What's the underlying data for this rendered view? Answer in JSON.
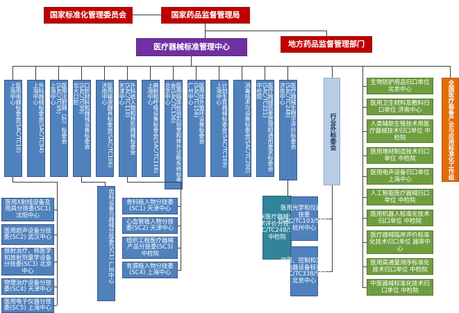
{
  "nodes": {
    "sac": "国家标准化管理委员会",
    "nmpa": "国家药品监督管理局",
    "center": "医疗器械标准管理中心",
    "local_regulators": "地方药品监督管理部门",
    "outside_header": "行业外标委会",
    "workgroup": "全国医疗装备产业与应用标准化工作组"
  },
  "tcs": [
    {
      "name": "医用电器标委会(SAC/TC10)",
      "location": "上海中心"
    },
    {
      "name": "外科器械标委会(SAC/TC94)",
      "location": "上海中心"
    },
    {
      "name": "医用注射器（针）标委会(SAC/TC95)",
      "location": "上海中心"
    },
    {
      "name": "口腔材料和器械设备标委会(SAC/TC99)",
      "location": "北大口腔"
    },
    {
      "name": "医用输液器具标委会(SAC/TC106)",
      "location": "济南中心"
    },
    {
      "name": "外科植入物和矫形器械标委会(SAC/TC110)",
      "location": "天津中心"
    },
    {
      "name": "麻醉和呼吸设备标委会(SAC/TC116)",
      "location": "上海中心"
    },
    {
      "name": "医用临床检验实验室和体外诊断系统标委会(SAC/TC136)",
      "location": "北京中心"
    },
    {
      "name": "医用体外循环设备标委会(SAC/TC158)",
      "location": "广州中心"
    },
    {
      "name": "计划生育器械标委会(SAC/TC169)",
      "location": "上海中心"
    },
    {
      "name": "消毒技术与设备标委会(SAC/TC200)",
      "location": ""
    },
    {
      "name": "医疗器械质量管理和通用要求标委会(SAC/TC221)",
      "location": "中检院"
    },
    {
      "name": "医疗器械生物学评价标委会(SAC/TC248)",
      "location": "济南中心"
    }
  ],
  "tc10_subcommittees": [
    "医用X射线设备及用具分技委(SC1) 沈阳中心",
    "医用超声设备分技委(SC2) 武汉中心",
    "放射治疗、核医学和放射剂量学设备分技委(SC3) 北京中心",
    "物理治疗设备分技委(SC4) 天津中心",
    "医用电子仪器分技委(SC5) 上海中心"
  ],
  "tc99_subcommittee": "齿科设备与器械分技委(SC1) 广州中心",
  "tc110_subcommittees": [
    "骨科植入物分技委(SC1) 天津中心",
    "心血管植入物分技委(SC2) 天津中心",
    "组织工程医疗器械产品分技委(SC3) 中检院",
    "有源植入物分技委(SC4) 上海中心"
  ],
  "tc248_subcommittee": "纳米医疗器械生物学评价分技委(SAC/TC248/SC1) 中检院",
  "outside_committees": [
    "医用光学和仪器分技委(SAC/TC103/SC1) 杭州中心",
    "测量、控制和实验室电器设备标委会(SAC/TC338/SC1) 北京中心"
  ],
  "guikou_units": [
    "生物防护用品归口单位 北京中心",
    "医用卫生材料及敷料归口单位 济南中心",
    "人类辅助生殖技术用医疗器械技术归口单位 中检院",
    "医用增材制造技术归口单位 中检院",
    "医用电声设备归口单位 上海中心",
    "人工智能医疗器械归口单位 中检院",
    "医用机器人标准化技术归口单位 中检院",
    "医疗器械临床评价标准化技术归口单位 器审中心",
    "医用高通量测序标准化技术归口单位 中检院",
    "中医器械标准化技术归口单位 中检院"
  ],
  "colors": {
    "red": "#C00000",
    "purple": "#7030A0",
    "blue": "#4F81BD",
    "teal": "#31849B",
    "light_blue": "#B8CCE4",
    "green": "#6F9E3F",
    "orange": "#E36C0A"
  }
}
